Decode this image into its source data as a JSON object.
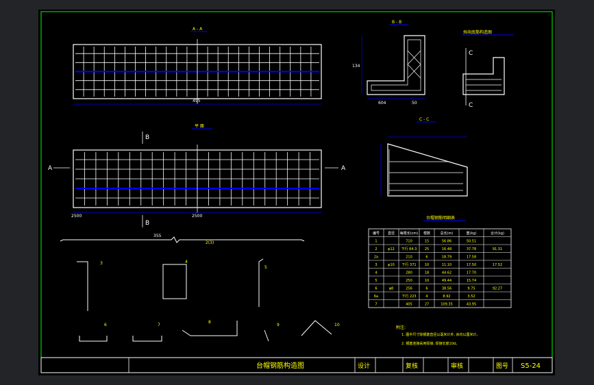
{
  "sheet": {
    "section_aa": "A - A",
    "section_bb": "B - B",
    "section_cc": "C - C",
    "plan_title": "平 面",
    "detail_title": "挡块底筋构造图",
    "cut_labels": {
      "A": "A",
      "B": "B",
      "C": "C"
    },
    "dims": {
      "aa_total": "495",
      "plan_left": "2500",
      "plan_right": "2500",
      "bb_left": "604",
      "bb_right": "50",
      "bb_height": "134",
      "bar1_len": "355"
    },
    "shape_labels": [
      "2(3)",
      "3",
      "4",
      "5",
      "6",
      "7",
      "8",
      "9",
      "10"
    ]
  },
  "table": {
    "title": "台帽钢筋明细表",
    "headers": [
      "编号",
      "直径",
      "每根长(cm)",
      "根数",
      "总长(m)",
      "重(kg)",
      "合计(kg)"
    ],
    "rows": [
      [
        "1",
        "",
        "710",
        "15",
        "56.86",
        "50.51",
        ""
      ],
      [
        "2",
        "φ12",
        "下行 64.3",
        "25",
        "16.48",
        "37.78",
        "91.31"
      ],
      [
        "2a",
        "",
        "210",
        "6",
        "18.79",
        "17.58",
        ""
      ],
      [
        "3",
        "φ10",
        "下行 371",
        "10",
        "11.10",
        "17.50",
        "17.52"
      ],
      [
        "4",
        "",
        "280",
        "18",
        "44.62",
        "17.70",
        ""
      ],
      [
        "5",
        "",
        "250",
        "10",
        "49.44",
        "15.74",
        ""
      ],
      [
        "6",
        "φ8",
        "256",
        "6",
        "38.56",
        "9.75",
        "92.27"
      ],
      [
        "6a",
        "",
        "下行 223",
        "4",
        "8.92",
        "3.52",
        ""
      ],
      [
        "7",
        "",
        "405",
        "27",
        "109.35",
        "43.95",
        ""
      ]
    ],
    "notes_title": "附注:",
    "notes": [
      "1. 图中尺寸除钢筋直径以毫米计外, 余均以厘米计。",
      "2. 钢筋连接采用焊接, 焊接长度10d。"
    ]
  },
  "title_block": {
    "drawing_name": "台帽钢筋构造图",
    "design": "设计",
    "check": "复核",
    "review": "审核",
    "number_label": "图号",
    "number": "S5-24"
  }
}
